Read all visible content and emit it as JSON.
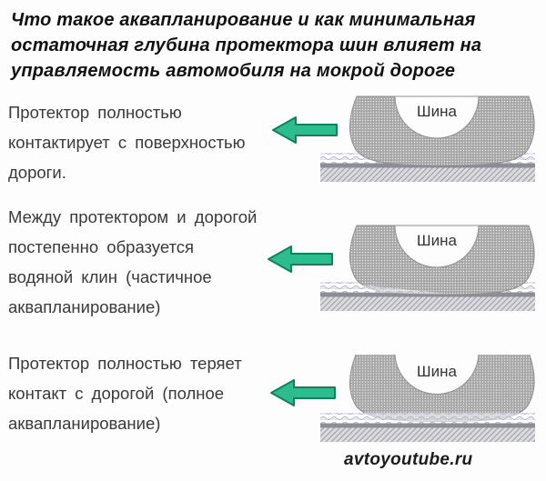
{
  "title": {
    "line1": "Что такое аквапланирование и как минимальная",
    "line2": "остаточная глубина протектора шин влияет на",
    "line3": "управляемость автомобиля на мокрой дороге"
  },
  "rows": [
    {
      "stage": "full-contact",
      "lines": [
        "Протектор полностью",
        "контактирует с поверхностью",
        "дороги."
      ],
      "tire_label": "Шина"
    },
    {
      "stage": "partial-aquaplaning",
      "lines": [
        "Между протектором и дорогой",
        "постепенно образуется",
        "водяной клин (частичное",
        "аквапланирование)"
      ],
      "tire_label": "Шина"
    },
    {
      "stage": "full-aquaplaning",
      "lines": [
        "Протектор полностью теряет",
        "контакт с дорогой (полное",
        "аквапланирование)"
      ],
      "tire_label": "Шина"
    }
  ],
  "watermark": "avtoyoutube.ru",
  "colors": {
    "arrow_fill": "#2cbd8e",
    "arrow_outline": "#12805c",
    "tire_gray": "#a6a6a6",
    "road_line": "#8d8d96",
    "water_wave": "#b6b6cf",
    "asphalt_hatch": "#a2a2ac",
    "body_text": "#3a3a3a",
    "title_text": "#111111"
  }
}
